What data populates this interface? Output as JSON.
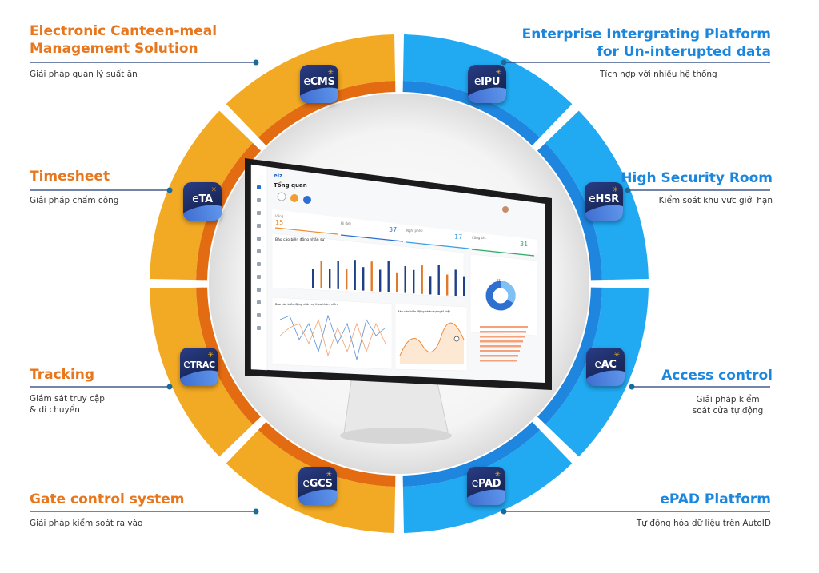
{
  "modules": {
    "ecms": {
      "title_line1": "Electronic Canteen-meal",
      "title_line2": "Management Solution",
      "desc": "Giải pháp quản lý suất ăn",
      "app_e": "e",
      "app_code": "CMS"
    },
    "eipu": {
      "title_line1": "Enterprise Intergrating Platform",
      "title_line2": "for Un-interupted data",
      "desc": "Tích hợp với nhiều hệ thống",
      "app_e": "e",
      "app_code": "IPU"
    },
    "eta": {
      "title": "Timesheet",
      "desc": "Giải pháp chấm công",
      "app_e": "e",
      "app_code": "TA"
    },
    "ehsr": {
      "title": "High Security Room",
      "desc": "Kiểm soát khu vực giới hạn",
      "app_e": "e",
      "app_code": "HSR"
    },
    "etrac": {
      "title": "Tracking",
      "desc_line1": "Giám sát truy cập",
      "desc_line2": "& di chuyển",
      "app_e": "e",
      "app_code": "TRAC"
    },
    "eac": {
      "title": "Access control",
      "desc_line1": "Giải pháp kiểm",
      "desc_line2": "soát cửa tự động",
      "app_e": "e",
      "app_code": "AC"
    },
    "egcs": {
      "title": "Gate control system",
      "desc": "Giải pháp kiểm soát ra vào",
      "app_e": "e",
      "app_code": "GCS"
    },
    "epad": {
      "title": "ePAD Platform",
      "desc": "Tự động hóa dữ liệu trên AutoID",
      "app_e": "e",
      "app_code": "PAD"
    }
  },
  "dashboard": {
    "brand": "eiz",
    "page_title": "Tổng quan",
    "kpi": [
      {
        "label": "Vắng",
        "value": "15"
      },
      {
        "label": "Đi làm",
        "value": "37"
      },
      {
        "label": "Nghỉ phép",
        "value": "17"
      },
      {
        "label": "Công tác",
        "value": "31"
      }
    ],
    "section_title": "Báo cáo biến động nhân sự",
    "bars": [
      0.55,
      0.8,
      0.6,
      0.85,
      0.62,
      0.9,
      0.7,
      0.88,
      0.65,
      0.92,
      0.6,
      0.8,
      0.7,
      0.85,
      0.55,
      0.9,
      0.62,
      0.78,
      0.6,
      0.85,
      0.7
    ],
    "donut_value": "75",
    "chart2_title": "Báo cáo biến động nhân sự theo thâm niên",
    "chart3_title": "Báo cáo biến động nhân sự nghỉ việc"
  },
  "colors": {
    "orange": "#f2aa24",
    "orange_inner": "#e36c12",
    "blue": "#21aaf2",
    "blue_inner": "#1e86de",
    "navy": "#1e3a78"
  }
}
